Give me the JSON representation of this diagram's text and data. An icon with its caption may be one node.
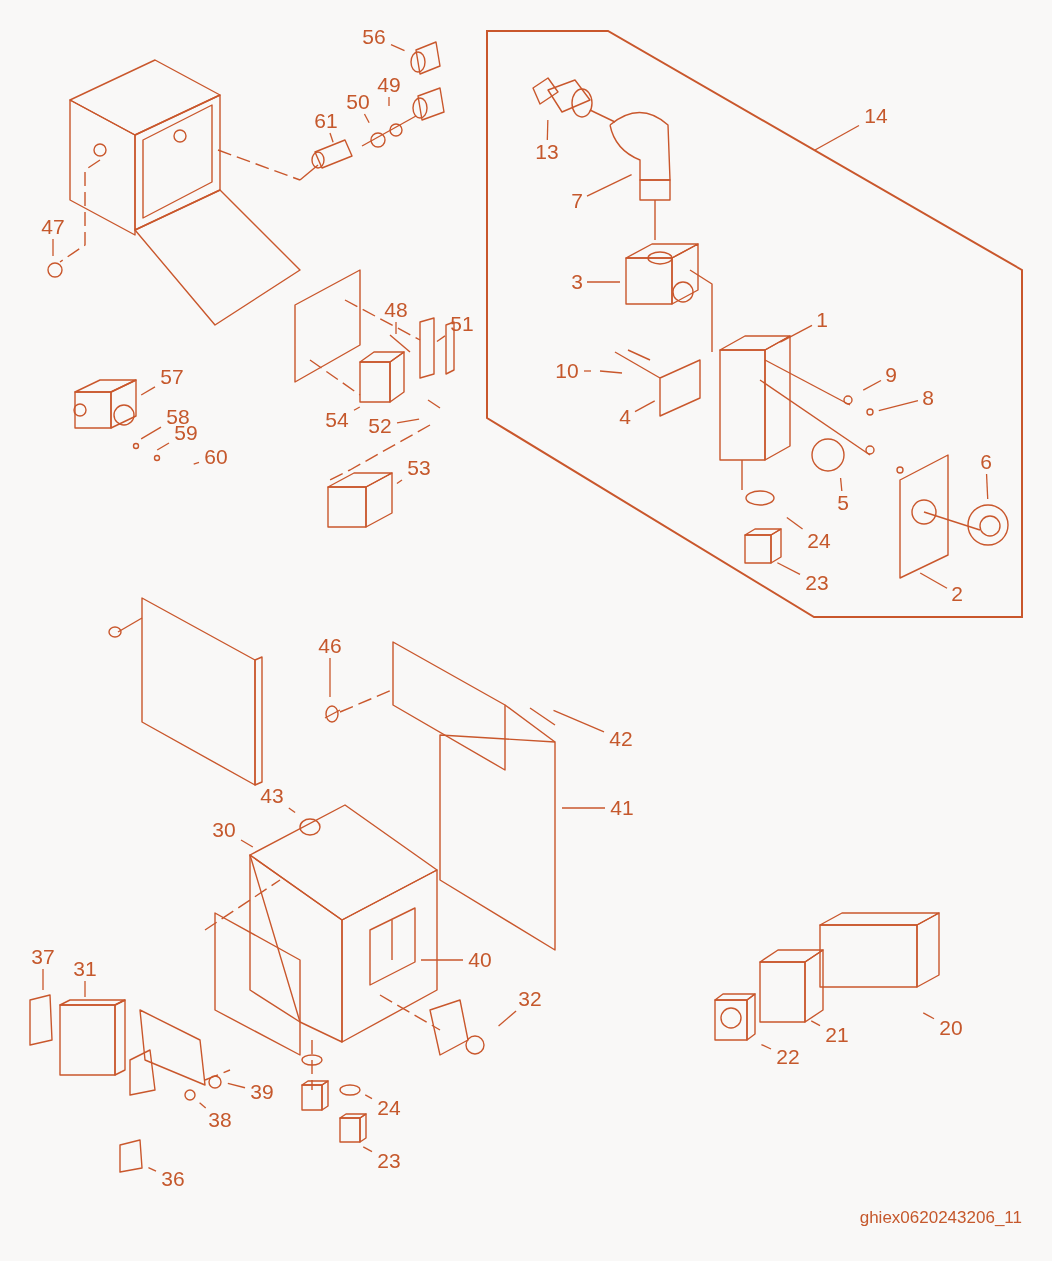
{
  "diagram": {
    "nodes": [
      {
        "text": [],
        "shape": "box"
      },
      {
        "text": [
          "56"
        ]
      },
      {
        "text": [
          "14"
        ]
      },
      {
        "text": [
          "49"
        ]
      },
      {
        "text": [
          "50"
        ]
      },
      {
        "text": [
          "61"
        ]
      },
      {
        "text": [
          "13"
        ],
        "in": 0
      },
      {
        "text": [
          "7"
        ],
        "in": 0
      },
      {
        "text": [
          "47"
        ]
      },
      {
        "text": [
          "3"
        ],
        "in": 0
      },
      {
        "text": [
          "48"
        ]
      },
      {
        "text": [
          "51"
        ]
      },
      {
        "text": [
          "1"
        ],
        "in": 0
      },
      {
        "text": [
          "10"
        ],
        "in": 0
      },
      {
        "text": [
          "9"
        ],
        "in": 0
      },
      {
        "text": [
          "57"
        ]
      },
      {
        "text": [
          "8"
        ],
        "in": 0
      },
      {
        "text": [
          "58"
        ]
      },
      {
        "text": [
          "4"
        ],
        "in": 0
      },
      {
        "text": [
          "54"
        ]
      },
      {
        "text": [
          "52"
        ]
      },
      {
        "text": [
          "59"
        ]
      },
      {
        "text": [
          "60"
        ]
      },
      {
        "text": [
          "53"
        ]
      },
      {
        "text": [
          "5"
        ],
        "in": 0
      },
      {
        "text": [
          "6"
        ],
        "in": 0
      },
      {
        "text": [
          "24"
        ],
        "in": 0
      },
      {
        "text": [
          "23"
        ],
        "in": 0
      },
      {
        "text": [
          "2"
        ],
        "in": 0
      },
      {
        "text": [
          "46"
        ]
      },
      {
        "text": [
          "42"
        ]
      },
      {
        "text": [
          "43"
        ]
      },
      {
        "text": [
          "41"
        ]
      },
      {
        "text": [
          "30"
        ]
      },
      {
        "text": [
          "40"
        ]
      },
      {
        "text": [
          "37"
        ]
      },
      {
        "text": [
          "31"
        ]
      },
      {
        "text": [
          "32"
        ]
      },
      {
        "text": [
          "20"
        ]
      },
      {
        "text": [
          "21"
        ]
      },
      {
        "text": [
          "22"
        ]
      },
      {
        "text": [
          "39"
        ]
      },
      {
        "text": [
          "38"
        ]
      },
      {
        "text": [
          "24"
        ]
      },
      {
        "text": [
          "23"
        ]
      },
      {
        "text": [
          "36"
        ]
      }
    ],
    "edges": [
      {
        "from": 1,
        "to": null,
        "arrow": "none"
      },
      {
        "from": 2,
        "to": 0,
        "arrow": "none"
      },
      {
        "from": 3,
        "to": null,
        "arrow": "none"
      },
      {
        "from": 4,
        "to": null,
        "arrow": "none"
      },
      {
        "from": 5,
        "to": null,
        "arrow": "none"
      },
      {
        "from": 6,
        "to": null,
        "arrow": "none"
      },
      {
        "from": 7,
        "to": null,
        "arrow": "none"
      },
      {
        "from": 8,
        "to": null,
        "arrow": "none"
      },
      {
        "from": 9,
        "to": null,
        "arrow": "none"
      },
      {
        "from": 10,
        "to": null,
        "arrow": "none"
      },
      {
        "from": 11,
        "to": null,
        "arrow": "none"
      },
      {
        "from": 12,
        "to": null,
        "arrow": "none"
      },
      {
        "from": 13,
        "to": null,
        "arrow": "none"
      },
      {
        "from": 14,
        "to": null,
        "arrow": "none"
      },
      {
        "from": 15,
        "to": null,
        "arrow": "none"
      },
      {
        "from": 16,
        "to": null,
        "arrow": "none"
      },
      {
        "from": 17,
        "to": null,
        "arrow": "none"
      },
      {
        "from": 18,
        "to": null,
        "arrow": "none"
      },
      {
        "from": 19,
        "to": null,
        "arrow": "none"
      },
      {
        "from": 20,
        "to": null,
        "arrow": "none"
      },
      {
        "from": 21,
        "to": null,
        "arrow": "none"
      },
      {
        "from": 22,
        "to": null,
        "arrow": "none"
      },
      {
        "from": 23,
        "to": null,
        "arrow": "none"
      },
      {
        "from": 24,
        "to": null,
        "arrow": "none"
      },
      {
        "from": 25,
        "to": null,
        "arrow": "none"
      },
      {
        "from": 26,
        "to": null,
        "arrow": "none"
      },
      {
        "from": 27,
        "to": null,
        "arrow": "none"
      },
      {
        "from": 28,
        "to": null,
        "arrow": "none"
      },
      {
        "from": 29,
        "to": null,
        "arrow": "none"
      },
      {
        "from": 30,
        "to": null,
        "arrow": "none"
      },
      {
        "from": 31,
        "to": null,
        "arrow": "none"
      },
      {
        "from": 32,
        "to": null,
        "arrow": "none"
      },
      {
        "from": 33,
        "to": null,
        "arrow": "none"
      },
      {
        "from": 34,
        "to": null,
        "arrow": "none"
      },
      {
        "from": 35,
        "to": null,
        "arrow": "none"
      },
      {
        "from": 36,
        "to": null,
        "arrow": "none"
      },
      {
        "from": 37,
        "to": null,
        "arrow": "none"
      },
      {
        "from": 38,
        "to": null,
        "arrow": "none"
      },
      {
        "from": 39,
        "to": null,
        "arrow": "none"
      },
      {
        "from": 40,
        "to": null,
        "arrow": "none"
      },
      {
        "from": 41,
        "to": null,
        "arrow": "none"
      },
      {
        "from": 42,
        "to": null,
        "arrow": "none"
      },
      {
        "from": 43,
        "to": null,
        "arrow": "none"
      },
      {
        "from": 44,
        "to": null,
        "arrow": "none"
      },
      {
        "from": 45,
        "to": null,
        "arrow": "none"
      }
    ],
    "labels": [
      "ghiex0620243206_11"
    ]
  }
}
